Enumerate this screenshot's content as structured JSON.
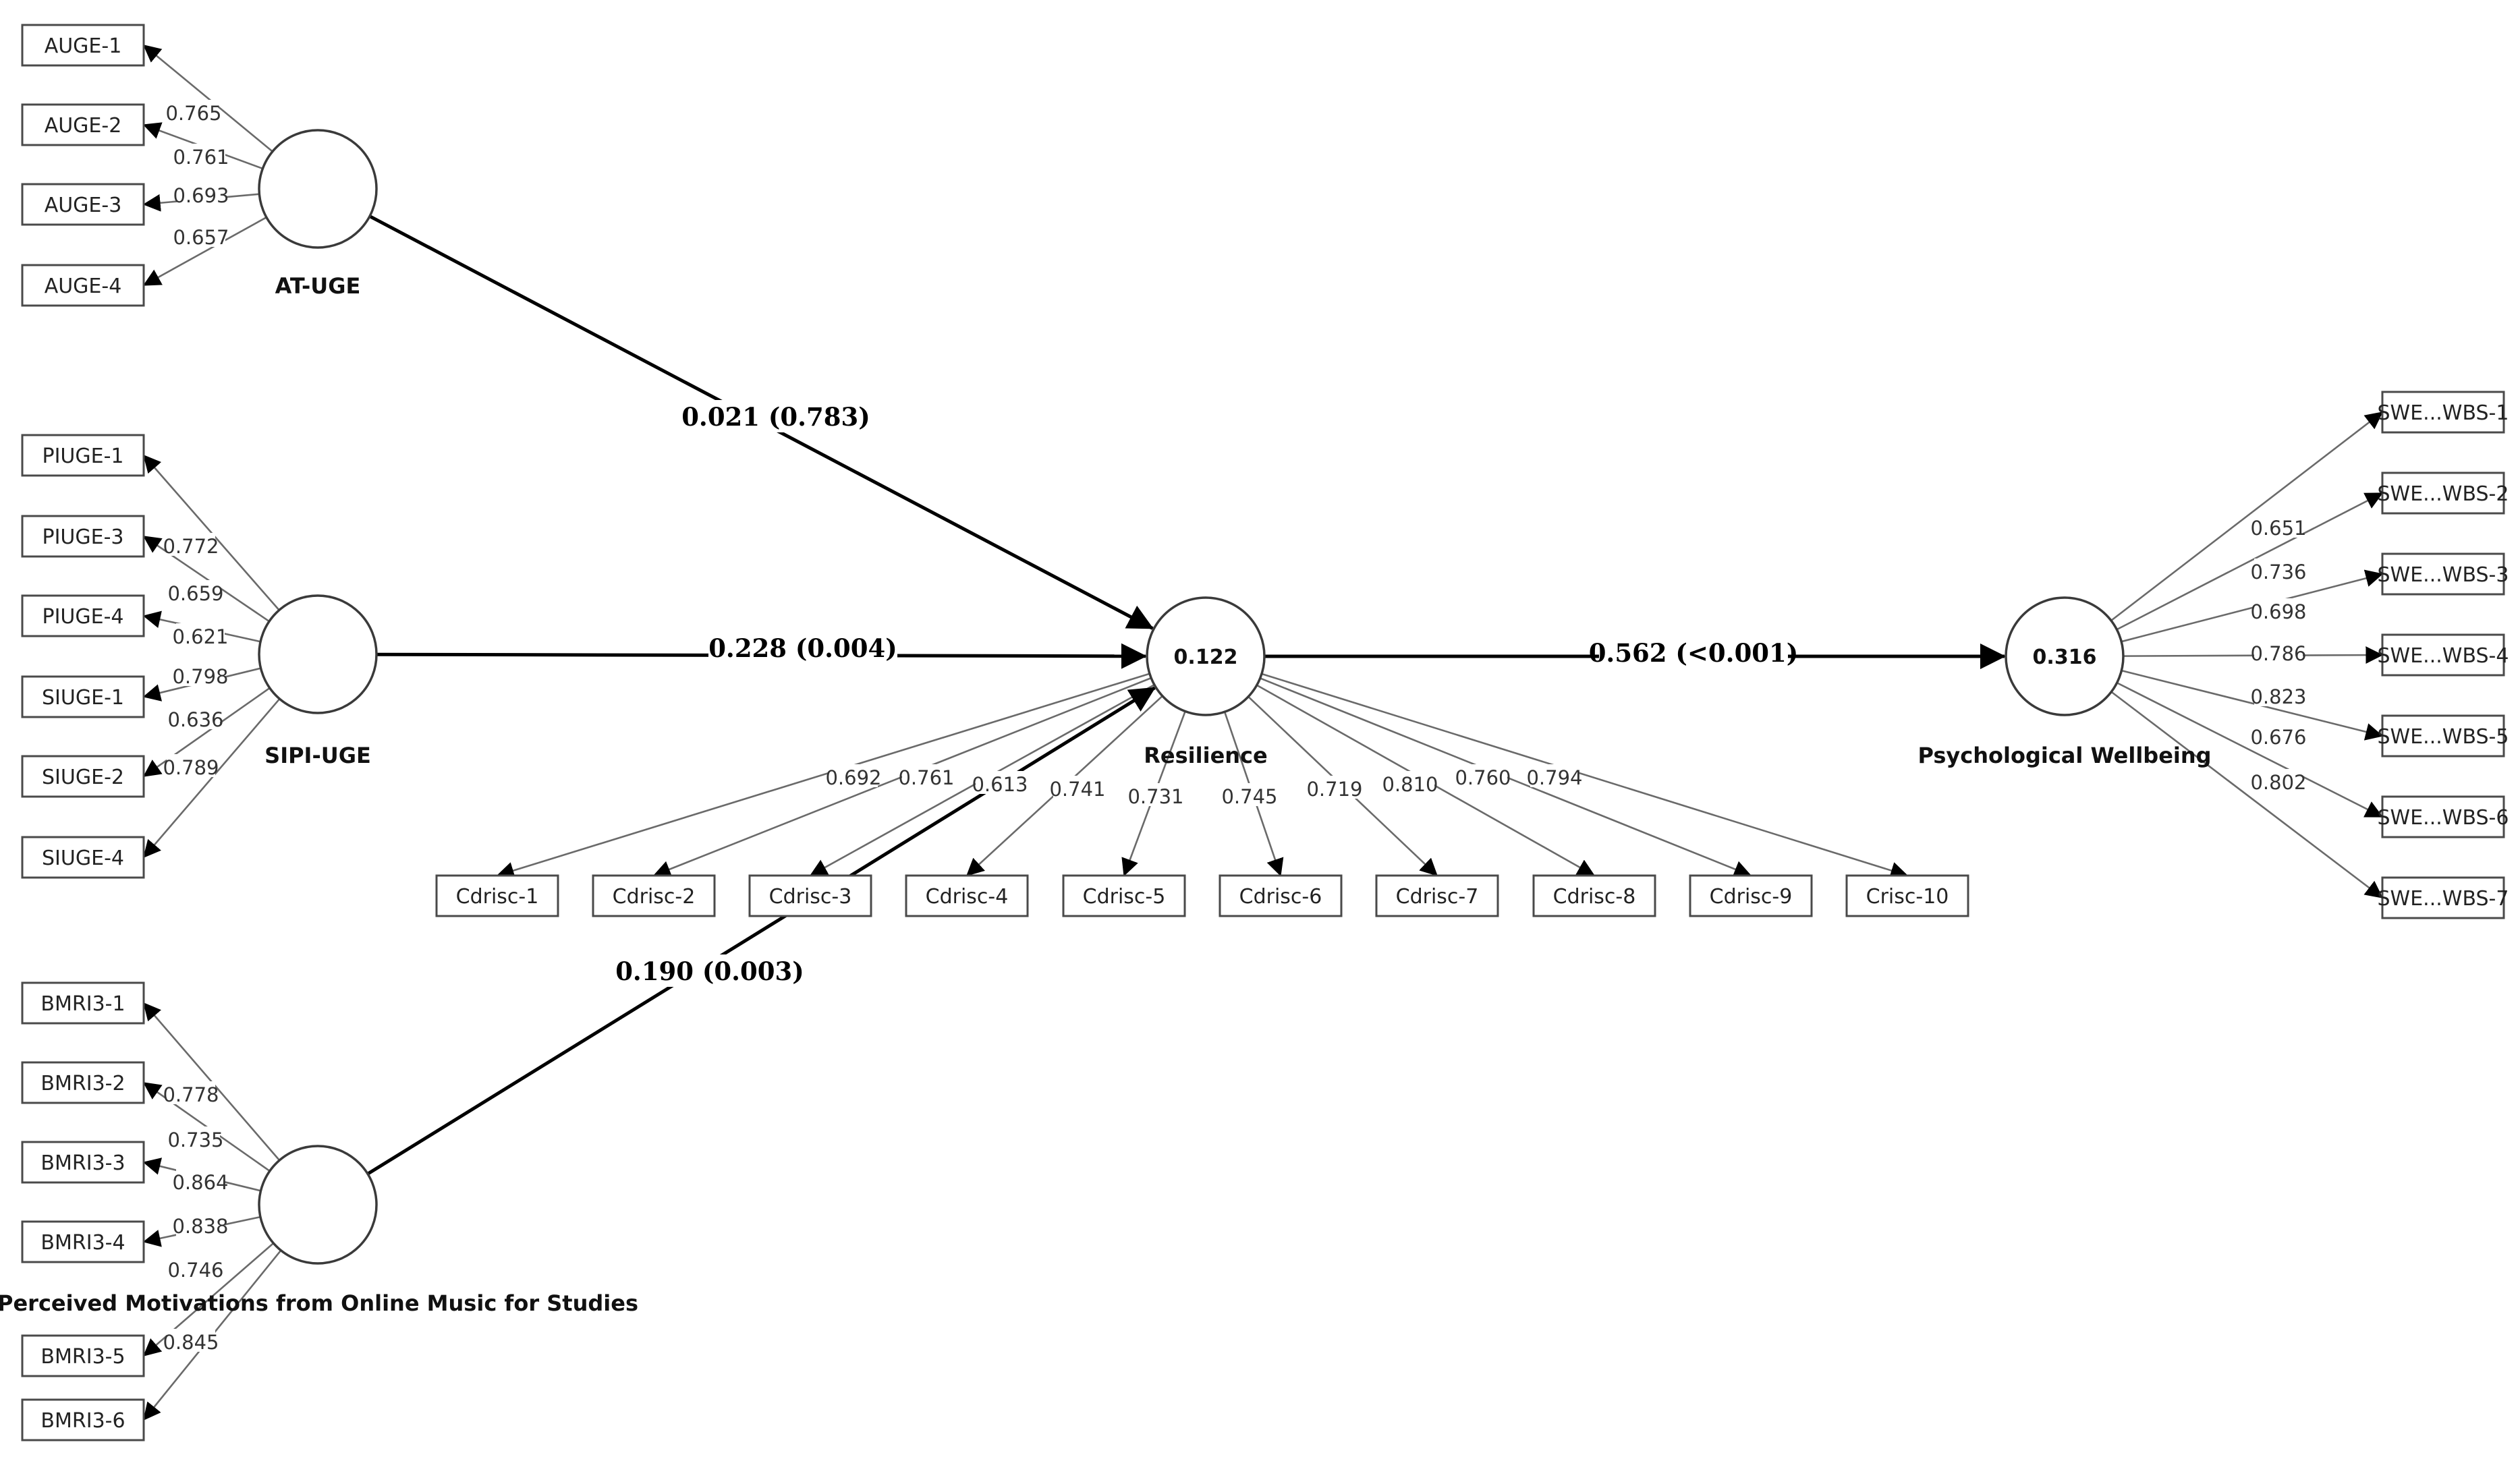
{
  "constructs": {
    "atuge": {
      "label": "AT-UGE",
      "r2": ""
    },
    "sipiuge": {
      "label": "SIPI-UGE",
      "r2": ""
    },
    "pmoms": {
      "label": "Perceived Motivations from Online Music for Studies",
      "r2": ""
    },
    "resilience": {
      "label": "Resilience",
      "r2": "0.122"
    },
    "wellbeing": {
      "label": "Psychological Wellbeing",
      "r2": "0.316"
    }
  },
  "indicators": {
    "atuge": [
      {
        "name": "AUGE-1",
        "loading": "0.765"
      },
      {
        "name": "AUGE-2",
        "loading": "0.761"
      },
      {
        "name": "AUGE-3",
        "loading": "0.693"
      },
      {
        "name": "AUGE-4",
        "loading": "0.657"
      }
    ],
    "sipiuge": [
      {
        "name": "PIUGE-1",
        "loading": "0.772"
      },
      {
        "name": "PIUGE-3",
        "loading": "0.659"
      },
      {
        "name": "PIUGE-4",
        "loading": "0.621"
      },
      {
        "name": "SIUGE-1",
        "loading": "0.798"
      },
      {
        "name": "SIUGE-2",
        "loading": "0.636"
      },
      {
        "name": "SIUGE-4",
        "loading": "0.789"
      }
    ],
    "pmoms": [
      {
        "name": "BMRI3-1",
        "loading": "0.778"
      },
      {
        "name": "BMRI3-2",
        "loading": "0.735"
      },
      {
        "name": "BMRI3-3",
        "loading": "0.864"
      },
      {
        "name": "BMRI3-4",
        "loading": "0.838"
      },
      {
        "name": "BMRI3-5",
        "loading": "0.746"
      },
      {
        "name": "BMRI3-6",
        "loading": "0.845"
      }
    ],
    "resilience": [
      {
        "name": "Cdrisc-1",
        "loading": "0.692"
      },
      {
        "name": "Cdrisc-2",
        "loading": "0.761"
      },
      {
        "name": "Cdrisc-3",
        "loading": "0.613"
      },
      {
        "name": "Cdrisc-4",
        "loading": "0.741"
      },
      {
        "name": "Cdrisc-5",
        "loading": "0.731"
      },
      {
        "name": "Cdrisc-6",
        "loading": "0.745"
      },
      {
        "name": "Cdrisc-7",
        "loading": "0.719"
      },
      {
        "name": "Cdrisc-8",
        "loading": "0.810"
      },
      {
        "name": "Cdrisc-9",
        "loading": "0.760"
      },
      {
        "name": "Crisc-10",
        "loading": "0.794"
      }
    ],
    "wellbeing": [
      {
        "name": "SWE...WBS-1",
        "loading": "0.651"
      },
      {
        "name": "SWE...WBS-2",
        "loading": "0.736"
      },
      {
        "name": "SWE...WBS-3",
        "loading": "0.698"
      },
      {
        "name": "SWE...WBS-4",
        "loading": "0.786"
      },
      {
        "name": "SWE...WBS-5",
        "loading": "0.823"
      },
      {
        "name": "SWE...WBS-6",
        "loading": "0.676"
      },
      {
        "name": "SWE...WBS-7",
        "loading": "0.802"
      }
    ]
  },
  "paths": {
    "atuge_resilience": "0.021 (0.783)",
    "sipiuge_resilience": "0.228 (0.004)",
    "pmoms_resilience": "0.190 (0.003)",
    "resilience_wellbeing": "0.562 (<0.001)"
  }
}
